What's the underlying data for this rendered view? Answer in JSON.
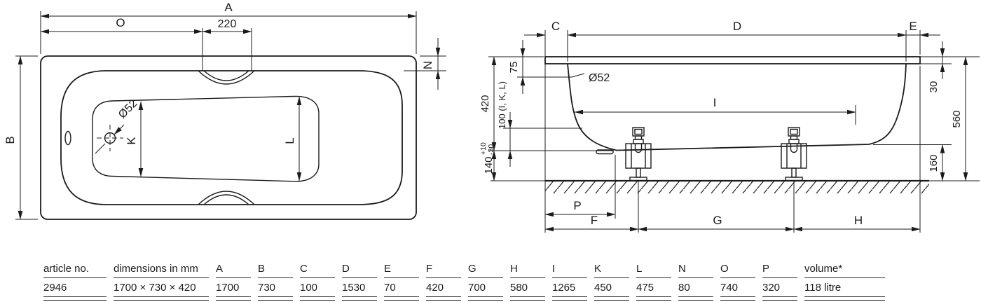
{
  "top_view": {
    "dim_A": "A",
    "dim_O": "O",
    "dim_220": "220",
    "dim_N": "N",
    "dim_B": "B",
    "dim_K": "K",
    "dim_L": "L",
    "drain_label": "Ø52"
  },
  "side_view": {
    "dim_C": "C",
    "dim_D": "D",
    "dim_E": "E",
    "dim_75": "75",
    "dim_420": "420",
    "dim_100": "100 (I, K, L)",
    "dim_140": "140",
    "tol_plus": "+10",
    "tol_minus": "-30",
    "drain_label": "Ø52",
    "dim_I": "I",
    "dim_30": "30",
    "dim_560": "560",
    "dim_160": "160",
    "dim_P": "P",
    "dim_F": "F",
    "dim_G": "G",
    "dim_H": "H"
  },
  "table": {
    "columns": [
      {
        "header": "article no.",
        "value": "2946"
      },
      {
        "header": "dimensions in mm",
        "value": "1700 × 730 × 420"
      },
      {
        "header": "A",
        "value": "1700"
      },
      {
        "header": "B",
        "value": "730"
      },
      {
        "header": "C",
        "value": "100"
      },
      {
        "header": "D",
        "value": "1530"
      },
      {
        "header": "E",
        "value": "70"
      },
      {
        "header": "F",
        "value": "420"
      },
      {
        "header": "G",
        "value": "700"
      },
      {
        "header": "H",
        "value": "580"
      },
      {
        "header": "I",
        "value": "1265"
      },
      {
        "header": "K",
        "value": "450"
      },
      {
        "header": "L",
        "value": "475"
      },
      {
        "header": "N",
        "value": "80"
      },
      {
        "header": "O",
        "value": "740"
      },
      {
        "header": "P",
        "value": "320"
      },
      {
        "header": "volume*",
        "value": "118 litre"
      }
    ]
  }
}
